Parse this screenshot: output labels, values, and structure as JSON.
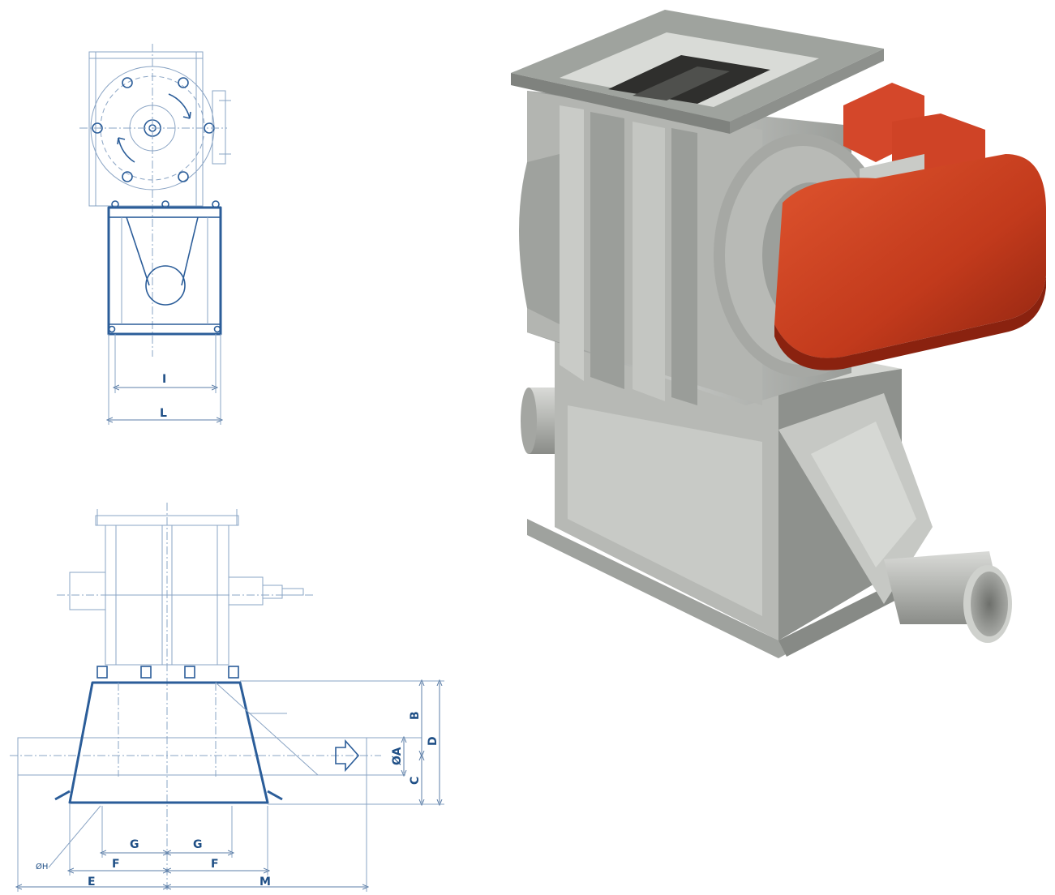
{
  "drawing": {
    "top_view_labels": {
      "inner_width": "I",
      "outer_width": "L"
    },
    "side_view_labels": {
      "height_top": "B",
      "diameter": "ØA",
      "height_bottom": "C",
      "overall_height": "D",
      "hole_diameter": "ØH",
      "offset_left": "E",
      "spacing_left": "F",
      "spacing_right": "F",
      "gap_left": "G",
      "gap_right": "G",
      "offset_right": "M"
    }
  },
  "colors": {
    "line_blue": "#2b5d99",
    "thin_blue": "#8aa4c4",
    "housing_grey": "#a9aca8",
    "motor_red": "#c8391d"
  }
}
